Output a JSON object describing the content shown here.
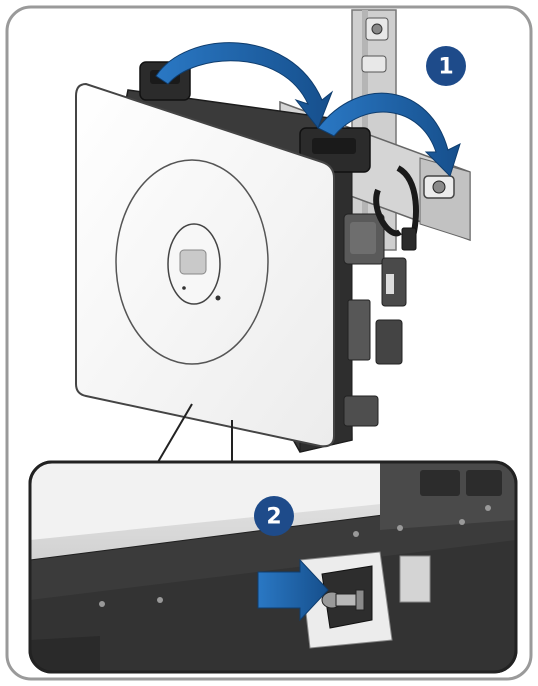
{
  "steps": [
    {
      "number": "1"
    },
    {
      "number": "2"
    }
  ],
  "colors": {
    "frame_border": "#9a9a9a",
    "step_badge": "#1e4b8a",
    "arrow": "#1e63a8",
    "device_housing": "#3b3b3b",
    "device_front": "#ffffff",
    "wall_bracket": "#c8c8c8",
    "detail_background": "#d7d7d7"
  },
  "icons": [
    "step-1-badge",
    "step-2-badge",
    "hook-in-arrow",
    "push-arrow",
    "display-window"
  ]
}
